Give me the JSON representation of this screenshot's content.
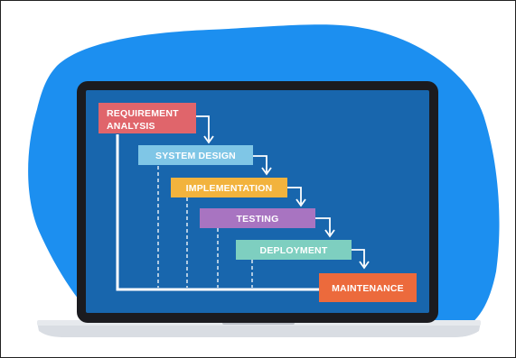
{
  "diagram": {
    "type": "waterfall-model",
    "steps": [
      {
        "lines": [
          "REQUIREMENT",
          "ANALYSIS"
        ],
        "color": "#e0656b"
      },
      {
        "lines": [
          "SYSTEM DESIGN"
        ],
        "color": "#7fc6e6"
      },
      {
        "lines": [
          "IMPLEMENTATION"
        ],
        "color": "#f2b33d"
      },
      {
        "lines": [
          "TESTING"
        ],
        "color": "#a874c1"
      },
      {
        "lines": [
          "DEPLOYMENT"
        ],
        "color": "#7ecfc0"
      },
      {
        "lines": [
          "MAINTENANCE"
        ],
        "color": "#ec6a3c"
      }
    ]
  },
  "colors": {
    "blob": "#1c8ff0",
    "screen": "#1866ad",
    "bezel": "#1b1b1f",
    "laptop_base": "#d9dde3",
    "line": "#ffffff"
  }
}
